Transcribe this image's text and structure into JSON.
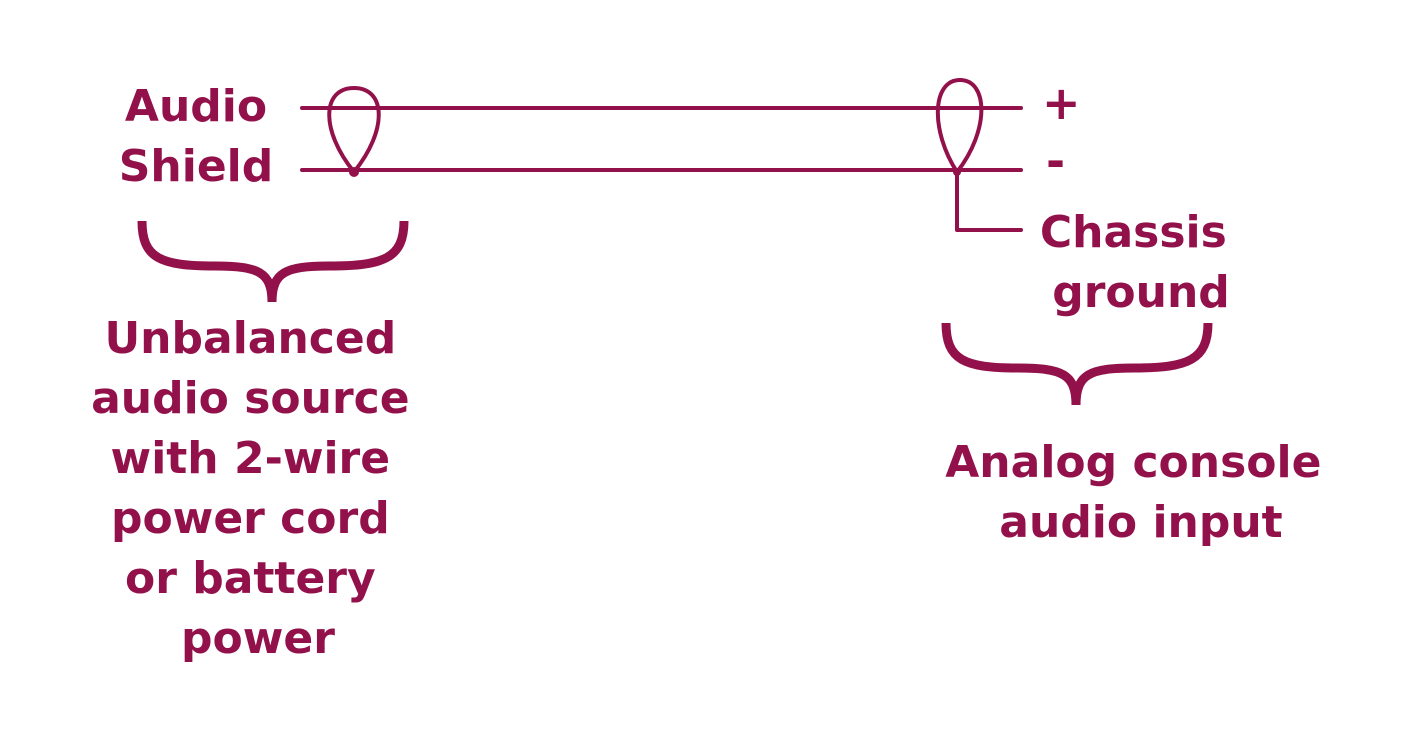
{
  "colors": {
    "ink": "#93114a",
    "background": "#ffffff"
  },
  "source": {
    "audio_label": "Audio",
    "shield_label": "Shield",
    "description_lines": [
      "Unbalanced",
      "audio source",
      "with 2-wire",
      "power cord",
      "or battery",
      "power"
    ]
  },
  "destination": {
    "plus_label": "+",
    "minus_label": "-",
    "chassis_lines": [
      "Chassis",
      "ground"
    ],
    "description_lines": [
      "Analog console",
      "audio input"
    ]
  }
}
